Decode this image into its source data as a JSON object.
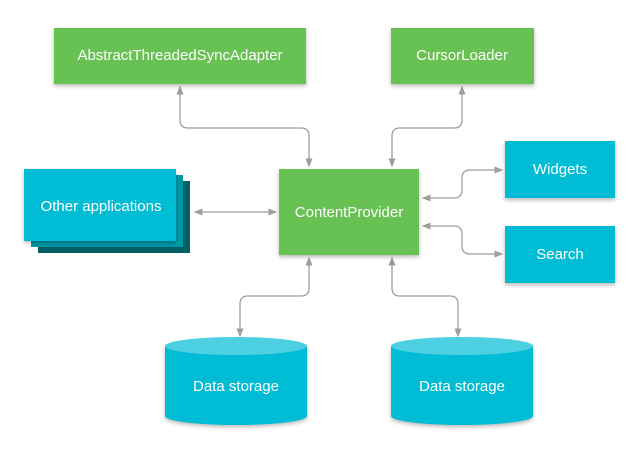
{
  "colors": {
    "provider_green": "#68c253",
    "client_cyan": "#00bcd4",
    "stack_mid": "#0097a7",
    "stack_back": "#006064",
    "storage_top": "#4dd0e1",
    "connector_gray": "#9e9e9e"
  },
  "nodes": {
    "sync_adapter": "AbstractThreadedSyncAdapter",
    "cursor_loader": "CursorLoader",
    "content_provider": "ContentProvider",
    "other_applications": "Other applications",
    "widgets": "Widgets",
    "search": "Search",
    "storage_left": "Data storage",
    "storage_right": "Data storage"
  }
}
